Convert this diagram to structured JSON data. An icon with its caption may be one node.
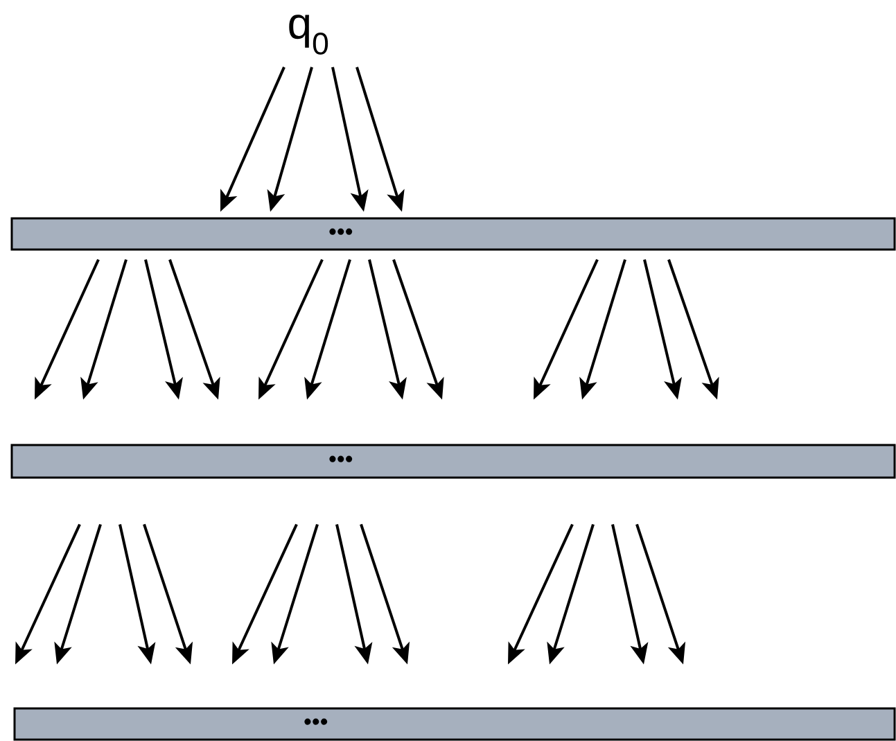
{
  "diagram": {
    "nodes": [
      {
        "text": [
          "q$_{0}$"
        ]
      },
      {
        "text": [
          "•••"
        ]
      },
      {
        "text": [
          "•••"
        ]
      },
      {
        "text": [
          "•••"
        ]
      }
    ],
    "edges": [
      {
        "from": 0,
        "to": 1,
        "arrow": "to"
      },
      {
        "from": 0,
        "to": 1,
        "arrow": "to"
      },
      {
        "from": 0,
        "to": 1,
        "arrow": "to"
      },
      {
        "from": 0,
        "to": 1,
        "arrow": "to"
      },
      {
        "from": 1,
        "to": 2,
        "arrow": "to"
      },
      {
        "from": 1,
        "to": 2,
        "arrow": "to"
      },
      {
        "from": 1,
        "to": 2,
        "arrow": "to"
      },
      {
        "from": 1,
        "to": 2,
        "arrow": "to"
      },
      {
        "from": 1,
        "to": 2,
        "arrow": "to"
      },
      {
        "from": 1,
        "to": 2,
        "arrow": "to"
      },
      {
        "from": 1,
        "to": 2,
        "arrow": "to"
      },
      {
        "from": 1,
        "to": 2,
        "arrow": "to"
      },
      {
        "from": 1,
        "to": 2,
        "arrow": "to"
      },
      {
        "from": 1,
        "to": 2,
        "arrow": "to"
      },
      {
        "from": 1,
        "to": 2,
        "arrow": "to"
      },
      {
        "from": 1,
        "to": 2,
        "arrow": "to"
      },
      {
        "from": 2,
        "to": 3,
        "arrow": "to"
      },
      {
        "from": 2,
        "to": 3,
        "arrow": "to"
      },
      {
        "from": 2,
        "to": 3,
        "arrow": "to"
      },
      {
        "from": 2,
        "to": 3,
        "arrow": "to"
      },
      {
        "from": 2,
        "to": 3,
        "arrow": "to"
      },
      {
        "from": 2,
        "to": 3,
        "arrow": "to"
      },
      {
        "from": 2,
        "to": 3,
        "arrow": "to"
      },
      {
        "from": 2,
        "to": 3,
        "arrow": "to"
      },
      {
        "from": 2,
        "to": 3,
        "arrow": "to"
      },
      {
        "from": 2,
        "to": 3,
        "arrow": "to"
      },
      {
        "from": 2,
        "to": 3,
        "arrow": "to"
      },
      {
        "from": 2,
        "to": 3,
        "arrow": "to"
      }
    ]
  }
}
